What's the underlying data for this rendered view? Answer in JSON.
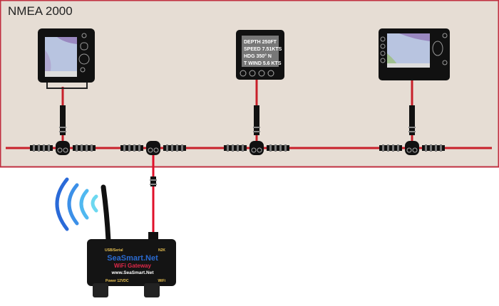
{
  "network": {
    "title": "NMEA 2000",
    "bus_color": "#c8202a",
    "background": "#e6ddd4",
    "border_color": "#c03040"
  },
  "instrument_display": {
    "lines": [
      "DEPTH 250FT",
      "SPEED 7.51KTS",
      "HDG  350°  N",
      "T WIND 5.6 KTS"
    ]
  },
  "gateway": {
    "port_usb_label": "USB/Serial",
    "port_n2k_label": "N2K",
    "brand": "SeaSmart.Net",
    "product": "WiFi Gateway",
    "url": "www.SeaSmart.Net",
    "power_label": "Power 12VDC",
    "wifi_label": "WiFi",
    "brand_color": "#2a6ad0",
    "product_color": "#e0284a",
    "text_color": "#e8c050"
  },
  "icons": {
    "wifi": "wifi-signal-icon",
    "antenna": "antenna-icon"
  }
}
